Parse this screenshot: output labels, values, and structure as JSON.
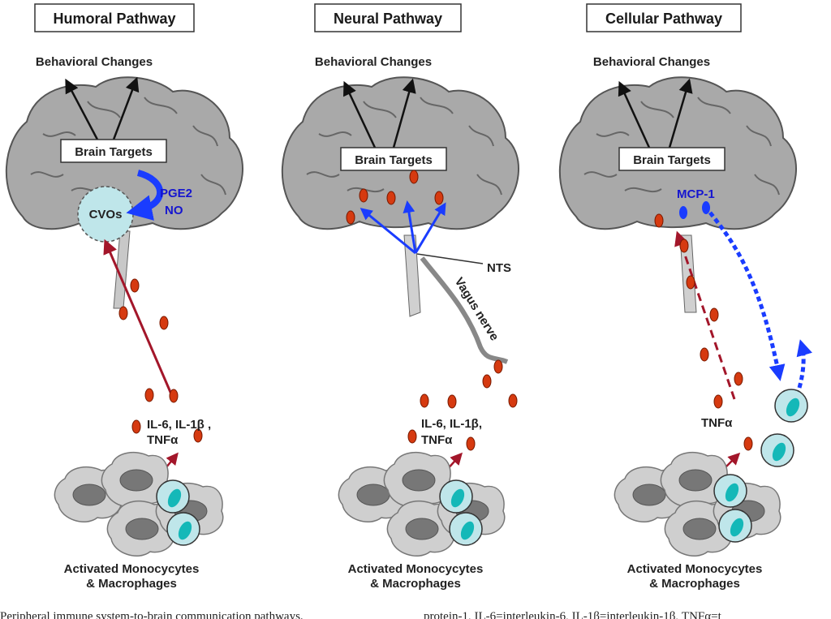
{
  "panels": [
    {
      "title": "Humoral Pathway",
      "behavior": "Behavioral Changes",
      "targets": "Brain Targets",
      "cvos": "CVOs",
      "mediator1": "PGE2",
      "mediator2": "NO",
      "cytokines1": "IL-6, IL-1β ,",
      "cytokines2": "TNFα",
      "cells1": "Activated Monocycytes",
      "cells2": "& Macrophages"
    },
    {
      "title": "Neural Pathway",
      "behavior": "Behavioral Changes",
      "targets": "Brain Targets",
      "nts": "NTS",
      "vagus": "Vagus nerve",
      "cytokines1": "IL-6, IL-1β,",
      "cytokines2": "TNFα",
      "cells1": "Activated Monocycytes",
      "cells2": "& Macrophages"
    },
    {
      "title": "Cellular Pathway",
      "behavior": "Behavioral Changes",
      "targets": "Brain Targets",
      "chemokine": "MCP-1",
      "cytokine": "TNFα",
      "cells1": "Activated Monocycytes",
      "cells2": "& Macrophages"
    }
  ],
  "caption": {
    "left": "Peripheral immune system-to-brain communication pathways.",
    "right": "protein-1, IL-6=interleukin-6, IL-1β=interleukin-1β, TNFα=t"
  },
  "colors": {
    "brain": "#a9a9a9",
    "cytokine": "#d63a10",
    "arrow_red": "#a3162a",
    "arrow_blue": "#1a3cff",
    "cvo": "#bfe6ea",
    "nucleus": "#14b8b8"
  }
}
